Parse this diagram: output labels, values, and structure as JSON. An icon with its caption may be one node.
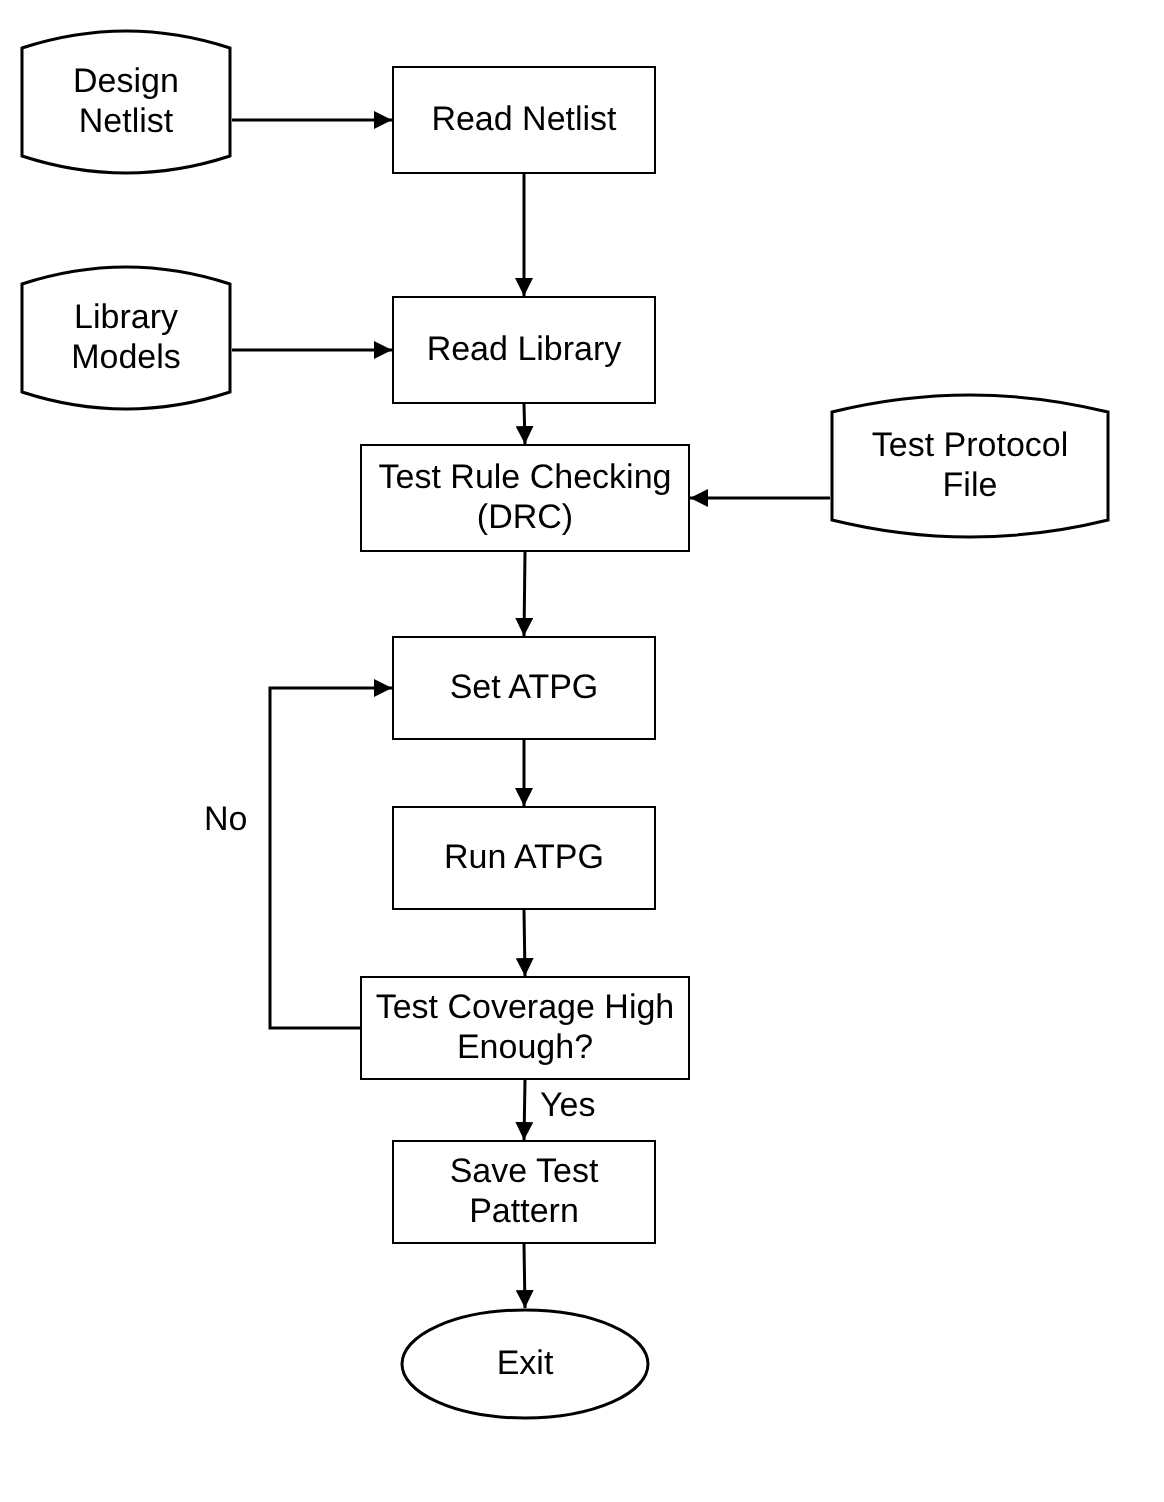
{
  "diagram": {
    "nodes": [
      {
        "text": [
          "Design Netlist"
        ]
      },
      {
        "text": [
          "Read Netlist"
        ]
      },
      {
        "text": [
          "Library Models"
        ]
      },
      {
        "text": [
          "Read Library"
        ]
      },
      {
        "text": [
          "Test Rule Checking (DRC)"
        ]
      },
      {
        "text": [
          "Test Protocol File"
        ]
      },
      {
        "text": [
          "Set ATPG"
        ]
      },
      {
        "text": [
          "Run ATPG"
        ]
      },
      {
        "text": [
          "Test Coverage High Enough?"
        ]
      },
      {
        "text": [
          "Save Test Pattern"
        ]
      },
      {
        "text": [
          "Exit"
        ]
      }
    ],
    "edges": [
      {
        "from": 0,
        "to": 1,
        "arrow": "to"
      },
      {
        "from": 1,
        "to": 3,
        "arrow": "to"
      },
      {
        "from": 2,
        "to": 3,
        "arrow": "to"
      },
      {
        "from": 3,
        "to": 4,
        "arrow": "to"
      },
      {
        "from": 5,
        "to": 4,
        "arrow": "to"
      },
      {
        "from": 4,
        "to": 6,
        "arrow": "to"
      },
      {
        "from": 6,
        "to": 7,
        "arrow": "to"
      },
      {
        "from": 7,
        "to": 8,
        "arrow": "to"
      },
      {
        "from": 8,
        "to": 6,
        "arrow": "to",
        "label": "No"
      },
      {
        "from": 8,
        "to": 9,
        "arrow": "to",
        "label": "Yes"
      },
      {
        "from": 9,
        "to": 10,
        "arrow": "to"
      }
    ]
  }
}
